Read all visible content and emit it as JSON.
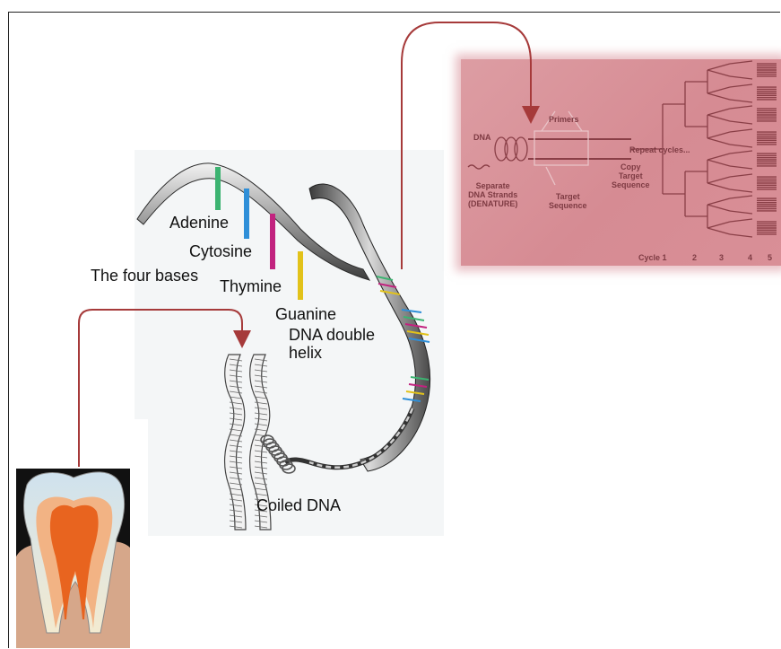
{
  "labels": {
    "adenine": "Adenine",
    "cytosine": "Cytosine",
    "four_bases": "The four bases",
    "thymine": "Thymine",
    "guanine": "Guanine",
    "double_helix_line1": "DNA double",
    "double_helix_line2": "helix",
    "coiled_dna": "Coiled DNA"
  },
  "pcr": {
    "dna": "DNA",
    "primers": "Primers",
    "repeat_cycles": "Repeat cycles...",
    "copy_target_line1": "Copy",
    "copy_target_line2": "Target",
    "copy_target_line3": "Sequence",
    "separate_line1": "Separate",
    "separate_line2": "DNA Strands",
    "separate_line3": "(DENATURE)",
    "target_line1": "Target",
    "target_line2": "Sequence",
    "cycle_labels": [
      "Cycle 1",
      "2",
      "3",
      "4",
      "5"
    ]
  },
  "colors": {
    "adenine": "#3cb371",
    "cytosine": "#2f8fd8",
    "thymine": "#c2237f",
    "guanine": "#e2c21a",
    "arrow": "#a63a3a",
    "pcr_bg": "#d98e96",
    "pcr_ink": "#7e3b43"
  }
}
